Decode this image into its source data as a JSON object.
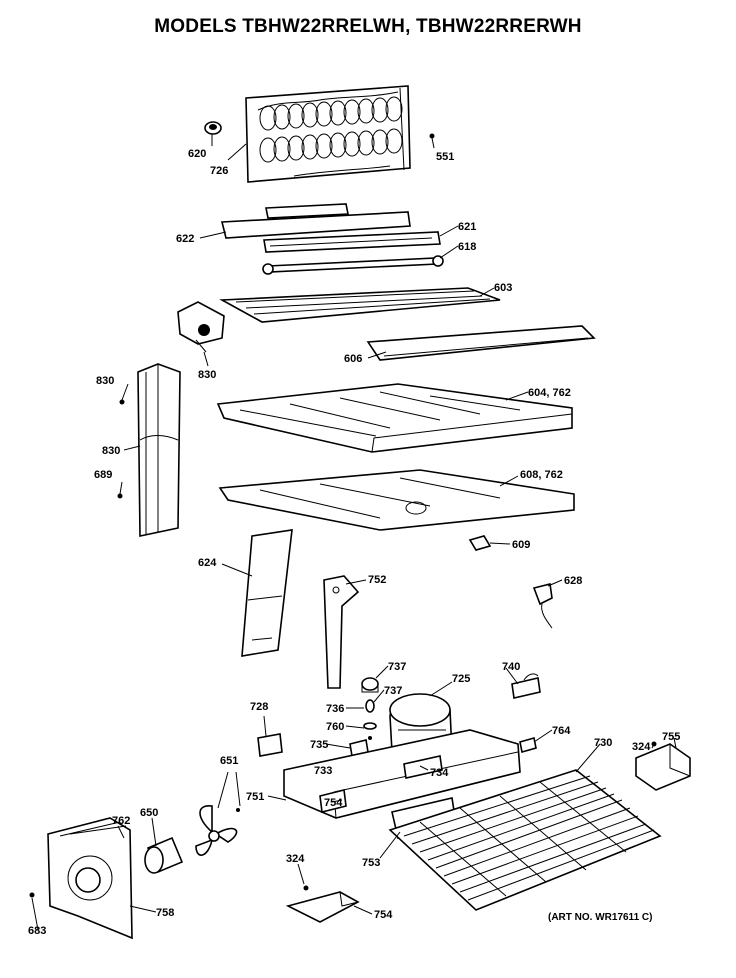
{
  "title": "MODELS TBHW22RRELWH, TBHW22RRERWH",
  "art_number": "(ART NO. WR17611 C)",
  "callouts": [
    {
      "id": "c620",
      "text": "620"
    },
    {
      "id": "c726",
      "text": "726"
    },
    {
      "id": "c551",
      "text": "551"
    },
    {
      "id": "c622",
      "text": "622"
    },
    {
      "id": "c621",
      "text": "621"
    },
    {
      "id": "c618",
      "text": "618"
    },
    {
      "id": "c603",
      "text": "603"
    },
    {
      "id": "c830a",
      "text": "830"
    },
    {
      "id": "c606",
      "text": "606"
    },
    {
      "id": "c830b",
      "text": "830"
    },
    {
      "id": "c830c",
      "text": "830"
    },
    {
      "id": "c604",
      "text": "604, 762"
    },
    {
      "id": "c689",
      "text": "689"
    },
    {
      "id": "c608",
      "text": "608, 762"
    },
    {
      "id": "c609",
      "text": "609"
    },
    {
      "id": "c624",
      "text": "624"
    },
    {
      "id": "c752",
      "text": "752"
    },
    {
      "id": "c628",
      "text": "628"
    },
    {
      "id": "c737a",
      "text": "737"
    },
    {
      "id": "c740",
      "text": "740"
    },
    {
      "id": "c725",
      "text": "725"
    },
    {
      "id": "c737b",
      "text": "737"
    },
    {
      "id": "c736",
      "text": "736"
    },
    {
      "id": "c728",
      "text": "728"
    },
    {
      "id": "c760",
      "text": "760"
    },
    {
      "id": "c764",
      "text": "764"
    },
    {
      "id": "c730",
      "text": "730"
    },
    {
      "id": "c324a",
      "text": "324"
    },
    {
      "id": "c755",
      "text": "755"
    },
    {
      "id": "c735",
      "text": "735"
    },
    {
      "id": "c651",
      "text": "651"
    },
    {
      "id": "c733",
      "text": "733"
    },
    {
      "id": "c734",
      "text": "734"
    },
    {
      "id": "c751",
      "text": "751"
    },
    {
      "id": "c754a",
      "text": "754"
    },
    {
      "id": "c762",
      "text": "762"
    },
    {
      "id": "c650",
      "text": "650"
    },
    {
      "id": "c753",
      "text": "753"
    },
    {
      "id": "c324b",
      "text": "324"
    },
    {
      "id": "c758",
      "text": "758"
    },
    {
      "id": "c754b",
      "text": "754"
    },
    {
      "id": "c683",
      "text": "683"
    }
  ]
}
